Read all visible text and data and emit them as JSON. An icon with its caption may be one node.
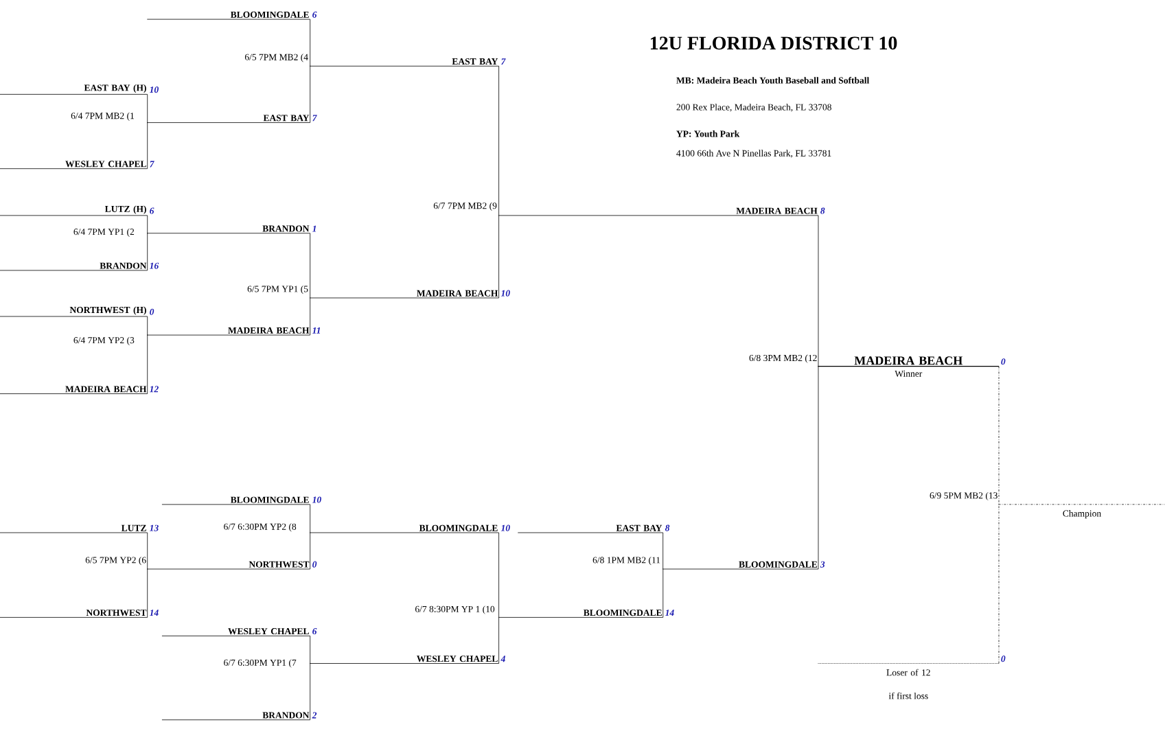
{
  "diagram": {
    "title": "12U FLORIDA DISTRICT 10",
    "nodes": [
      {
        "text": [
          "BLOOMINGDALE"
        ],
        "beside": [
          "6"
        ]
      },
      {
        "text": [
          "EAST BAY"
        ],
        "beside": [
          "7"
        ]
      },
      {
        "text": [
          "EAST BAY (H)"
        ],
        "beside": [
          "10"
        ]
      },
      {
        "text": [
          "EAST BAY"
        ],
        "beside": [
          "7"
        ]
      },
      {
        "text": [
          "WESLEY CHAPEL"
        ],
        "beside": [
          "7"
        ]
      },
      {
        "text": [
          "MADEIRA BEACH"
        ],
        "beside": [
          "8"
        ]
      },
      {
        "text": [
          "LUTZ (H)"
        ],
        "beside": [
          "6"
        ]
      },
      {
        "text": [
          "BRANDON"
        ],
        "beside": [
          "1"
        ]
      },
      {
        "text": [
          "BRANDON"
        ],
        "beside": [
          "16"
        ]
      },
      {
        "text": [
          "MADEIRA BEACH"
        ],
        "beside": [
          "10"
        ]
      },
      {
        "text": [
          "NORTHWEST (H)"
        ],
        "beside": [
          "0"
        ]
      },
      {
        "text": [
          "MADEIRA BEACH"
        ],
        "beside": [
          "11"
        ]
      },
      {
        "text": [
          "MADEIRA BEACH",
          "Winner"
        ],
        "beside": [
          "0"
        ]
      },
      {
        "text": [
          "MADEIRA BEACH"
        ],
        "beside": [
          "12"
        ]
      },
      {
        "text": [
          "BLOOMINGDALE"
        ],
        "beside": [
          "10"
        ]
      },
      {
        "text": [
          "Champion"
        ]
      },
      {
        "text": [
          "LUTZ"
        ],
        "beside": [
          "13"
        ]
      },
      {
        "text": [
          "BLOOMINGDALE"
        ],
        "beside": [
          "10"
        ]
      },
      {
        "text": [
          "EAST BAY"
        ],
        "beside": [
          "8"
        ]
      },
      {
        "text": [
          "NORTHWEST"
        ],
        "beside": [
          "0"
        ]
      },
      {
        "text": [
          "BLOOMINGDALE"
        ],
        "beside": [
          "3"
        ]
      },
      {
        "text": [
          "NORTHWEST"
        ],
        "beside": [
          "14"
        ]
      },
      {
        "text": [
          "BLOOMINGDALE"
        ],
        "beside": [
          "14"
        ]
      },
      {
        "text": [
          "WESLEY CHAPEL"
        ],
        "beside": [
          "6"
        ]
      },
      {
        "text": [
          "WESLEY CHAPEL"
        ],
        "beside": [
          "4"
        ]
      },
      {
        "text": [
          "Loser of 12",
          "if first loss"
        ],
        "beside": [
          "0"
        ]
      },
      {
        "text": [
          "BRANDON"
        ],
        "beside": [
          "2"
        ]
      }
    ],
    "edges": [
      {
        "from": 2,
        "to": 3,
        "arrow": "none"
      },
      {
        "from": 4,
        "to": 3,
        "arrow": "none"
      },
      {
        "from": 0,
        "to": 1,
        "arrow": "none"
      },
      {
        "from": 3,
        "to": 1,
        "arrow": "none"
      },
      {
        "from": 6,
        "to": 7,
        "arrow": "none"
      },
      {
        "from": 8,
        "to": 7,
        "arrow": "none"
      },
      {
        "from": 10,
        "to": 11,
        "arrow": "none"
      },
      {
        "from": 13,
        "to": 11,
        "arrow": "none"
      },
      {
        "from": 7,
        "to": 9,
        "arrow": "none"
      },
      {
        "from": 11,
        "to": 9,
        "arrow": "none"
      },
      {
        "from": 1,
        "to": 5,
        "arrow": "none"
      },
      {
        "from": 9,
        "to": 5,
        "arrow": "none"
      },
      {
        "from": 5,
        "to": 12,
        "arrow": "none"
      },
      {
        "from": 20,
        "to": 12,
        "arrow": "none"
      },
      {
        "from": 16,
        "to": 19,
        "arrow": "none"
      },
      {
        "from": 21,
        "to": 19,
        "arrow": "none"
      },
      {
        "from": 14,
        "to": 17,
        "arrow": "none"
      },
      {
        "from": 19,
        "to": 17,
        "arrow": "none"
      },
      {
        "from": 23,
        "to": 24,
        "arrow": "none"
      },
      {
        "from": 26,
        "to": 24,
        "arrow": "none"
      },
      {
        "from": 17,
        "to": 22,
        "arrow": "none"
      },
      {
        "from": 24,
        "to": 22,
        "arrow": "none"
      },
      {
        "from": 18,
        "to": 20,
        "arrow": "none"
      },
      {
        "from": 22,
        "to": 20,
        "arrow": "none"
      },
      {
        "from": 12,
        "to": 15,
        "arrow": "none",
        "style": "dashed"
      },
      {
        "from": 25,
        "to": 15,
        "arrow": "none",
        "style": "dashed"
      }
    ],
    "labels": [
      "MB: Madeira Beach Youth Baseball and Softball",
      "200 Rex Place, Madeira Beach, FL 33708",
      "YP: Youth Park",
      "4100 66th Ave N Pinellas Park, FL 33781",
      "6/5 7PM MB2 (4",
      "6/4 7PM MB2 (1",
      "6/7 7PM MB2 (9",
      "6/4 7PM YP1 (2",
      "6/5 7PM YP1 (5",
      "6/4 7PM YP2 (3",
      "6/8 3PM MB2 (12",
      "6/9 5PM MB2 (13",
      "6/7 6:30PM YP2 (8",
      "6/5 7PM YP2 (6",
      "6/8 1PM MB2 (11",
      "6/7 8:30PM YP 1 (10",
      "6/7 6:30PM YP1 (7"
    ]
  }
}
